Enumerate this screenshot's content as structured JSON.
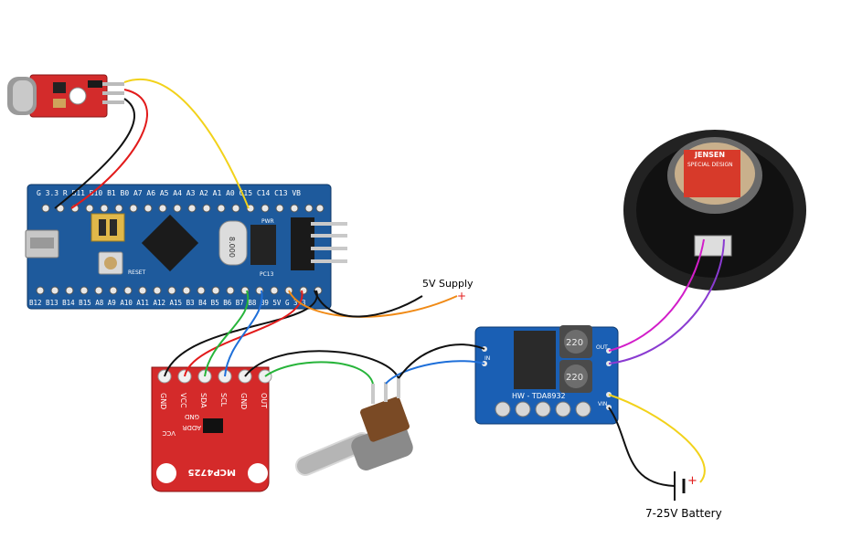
{
  "labels": {
    "supply": "5V Supply",
    "supply_plus": "+",
    "battery": "7-25V Battery",
    "battery_plus": "+"
  },
  "stm32": {
    "top_pins": "G  3.3  R  B11 B10 B1  B0  A7  A6  A5  A4  A3  A2  A1  A0 C15 C14 C13 VB",
    "bottom_pins": "B12 B13 B14 B15 A8 A9 A10 A11 A12 A15 B3 B4 B5 B6 B7 B8 B9 5V  G 3.3",
    "crystal": "8.000",
    "pwr": "PWR",
    "pc13": "PC13",
    "reset": "RESET"
  },
  "dac": {
    "name": "MCP4725",
    "pins": [
      "GND",
      "VCC",
      "SDA",
      "SCL",
      "GND",
      "OUT"
    ],
    "addr": "ADDR",
    "gnd": "GND",
    "vcc": "VCC"
  },
  "amp": {
    "name": "HW - TDA8932",
    "inductor1": "220",
    "inductor2": "220",
    "out": "OUT",
    "in": "IN",
    "vin": "VIN"
  },
  "speaker": {
    "brand": "JENSEN",
    "line": "SPECIAL DESIGN"
  },
  "colors": {
    "stm32_board": "#1e5a9c",
    "dac_board": "#d42a2a",
    "mic_board": "#d32b2b",
    "amp_board": "#1a5fb4",
    "wire_black": "#111111",
    "wire_red": "#e21b1b",
    "wire_yellow": "#f2d21b",
    "wire_green": "#27b43a",
    "wire_blue": "#1e6fd9",
    "wire_orange": "#f08a16",
    "wire_magenta": "#d21dc9",
    "wire_purple": "#8a3bd1"
  }
}
